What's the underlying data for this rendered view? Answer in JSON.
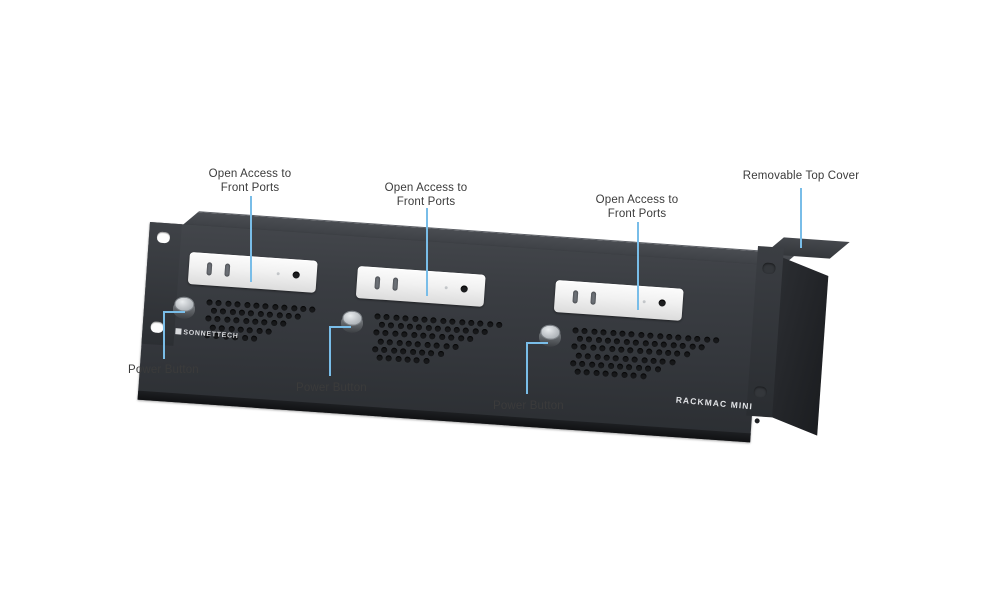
{
  "figure": {
    "product_name": "RACKMAC MINI",
    "brand": "SONNETTECH",
    "background_color": "#ffffff",
    "leader_line_color": "#79bde8",
    "label_text_color": "#3b3b3b",
    "chassis_color": "#3a3d42"
  },
  "callouts": [
    {
      "id": "open-access-1",
      "label": "Open Access to\nFront Ports"
    },
    {
      "id": "open-access-2",
      "label": "Open Access to\nFront Ports"
    },
    {
      "id": "open-access-3",
      "label": "Open Access to\nFront Ports"
    },
    {
      "id": "removable-top-cover",
      "label": "Removable Top Cover"
    },
    {
      "id": "power-button-1",
      "label": "Power Button"
    },
    {
      "id": "power-button-2",
      "label": "Power Button"
    },
    {
      "id": "power-button-3",
      "label": "Power Button"
    }
  ]
}
